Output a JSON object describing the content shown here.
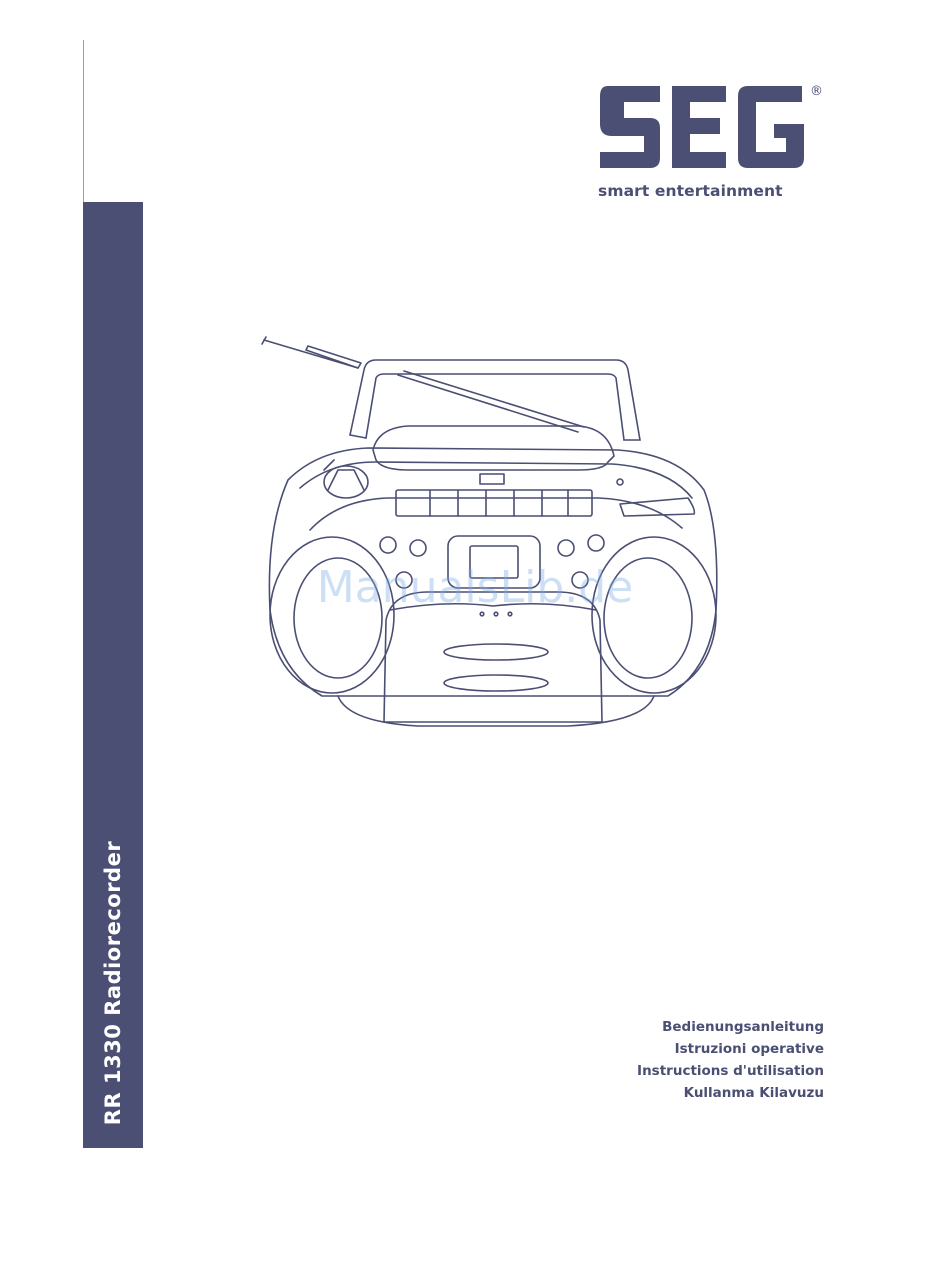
{
  "brand": {
    "name": "SEG",
    "registered_mark": "®",
    "tagline": "smart entertainment",
    "color": "#4a4f73"
  },
  "side_band": {
    "title": "RR 1330 Radiorecorder",
    "color": "#4a4f73"
  },
  "illustration": {
    "icon": "boombox-radio-cassette-icon"
  },
  "watermark": "ManualsLib.de",
  "languages": [
    "Bedienungsanleitung",
    "Istruzioni operative",
    "Instructions d'utilisation",
    "Kullanma Kilavuzu"
  ]
}
